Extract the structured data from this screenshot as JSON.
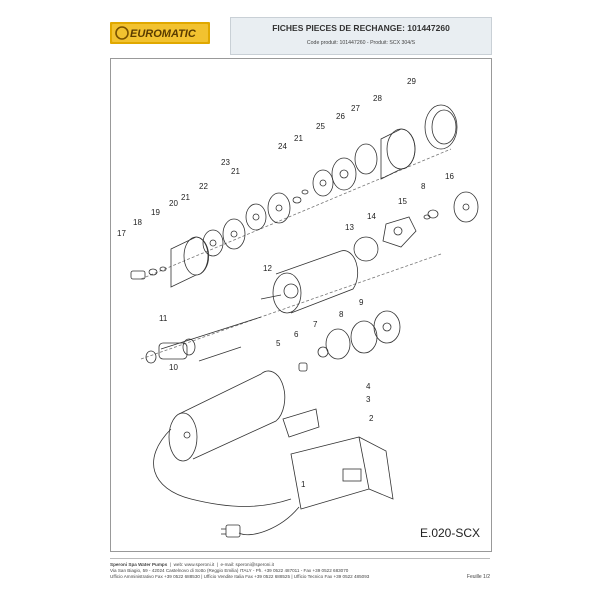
{
  "logo": {
    "text": "EUROMATIC"
  },
  "header": {
    "title": "FICHES PIECES DE RECHANGE: 101447260",
    "subtitle": "Code produit: 101447260  -  Produit: SCX 304/S"
  },
  "diagram": {
    "code": "E.020-SCX",
    "parts": [
      "1",
      "2",
      "3",
      "4",
      "5",
      "6",
      "7",
      "8",
      "8",
      "9",
      "10",
      "11",
      "12",
      "13",
      "14",
      "15",
      "16",
      "17",
      "18",
      "19",
      "20",
      "21",
      "21",
      "21",
      "22",
      "23",
      "24",
      "25",
      "26",
      "27",
      "28",
      "29"
    ]
  },
  "footer": {
    "company": "Speroni Spa Water Pumps",
    "web": "web: www.speroni.it",
    "email": "e-mail: speroni@speroni.it",
    "address": "Via San Biagio, 59 - 42024 Castelnovo di Sotto (Reggio Emilia) ITALY - Ph. +39 0522 487011 - Fax +39 0522 683070",
    "offices": "Ufficio Amministrativo Fax +39 0522 688530 | Ufficio Vendite Italia Fax +39 0522 688525 | Ufficio Tecnico Fax +39 0522 485093",
    "page": "Feuille 1/2"
  }
}
